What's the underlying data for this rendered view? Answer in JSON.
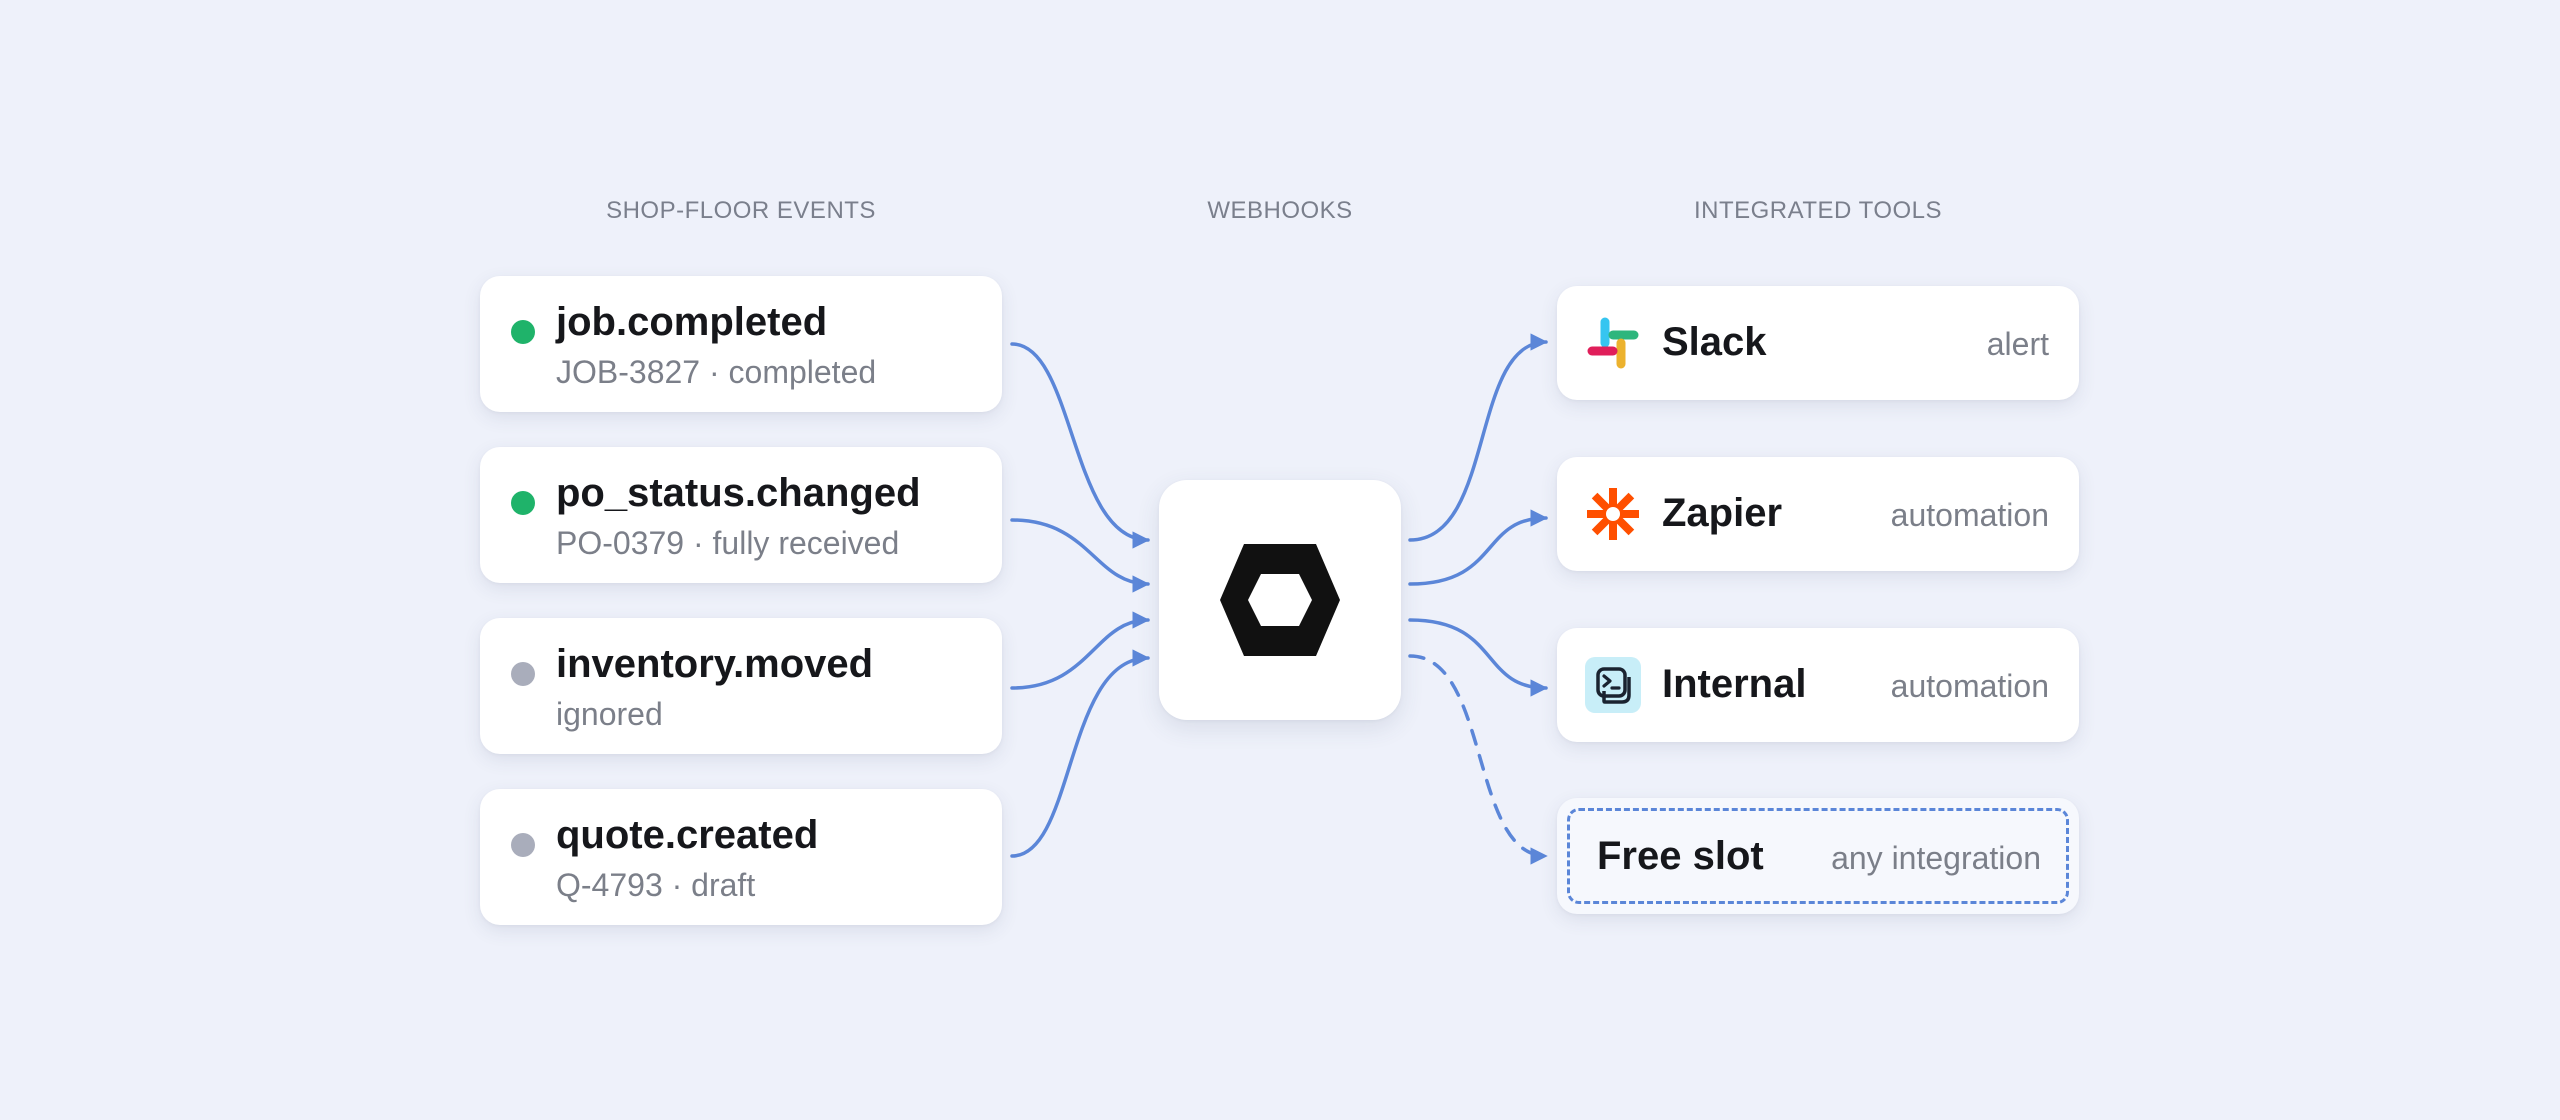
{
  "headers": {
    "events": "SHOP-FLOOR EVENTS",
    "webhooks": "WEBHOOKS",
    "tools": "INTEGRATED TOOLS"
  },
  "events": [
    {
      "title": "job.completed",
      "detail": "JOB-3827 · completed",
      "status_color": "#1fb36a"
    },
    {
      "title": "po_status.changed",
      "detail": "PO-0379 · fully received",
      "status_color": "#1fb36a"
    },
    {
      "title": "inventory.moved",
      "detail": "ignored",
      "status_color": "#a9adbb"
    },
    {
      "title": "quote.created",
      "detail": "Q-4793 · draft",
      "status_color": "#a9adbb"
    }
  ],
  "hub": {
    "icon": "hexagon-logo-icon"
  },
  "tools": [
    {
      "name": "Slack",
      "tag": "alert",
      "icon": "slack-icon"
    },
    {
      "name": "Zapier",
      "tag": "automation",
      "icon": "zapier-icon"
    },
    {
      "name": "Internal",
      "tag": "automation",
      "icon": "terminal-icon"
    }
  ],
  "free_slot": {
    "name": "Free slot",
    "tag": "any integration"
  },
  "colors": {
    "background": "#eef1fa",
    "connector": "#5b86d8",
    "active": "#1fb36a",
    "inactive": "#a9adbb",
    "zapier": "#ff4f00"
  }
}
